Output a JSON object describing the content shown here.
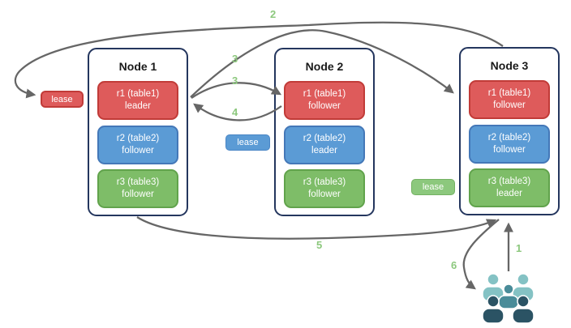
{
  "diagram_type": "distributed-database-lease-leadership-diagram",
  "colors": {
    "replica_red_fill": "#DE5B5B",
    "replica_red_border": "#C13B38",
    "replica_blue_fill": "#5B9BD5",
    "replica_blue_border": "#4478B8",
    "replica_green_fill": "#7EBD68",
    "replica_green_border": "#61A34C",
    "lease_green_fill": "#8CC87D",
    "step_label_green": "#8CC87D",
    "arrow_gray": "#666666",
    "node_border_navy": "#24365E",
    "people_light_teal": "#84C2C4",
    "people_mid_teal": "#4A8C99",
    "people_dark_slate": "#2B5364"
  },
  "nodes": [
    {
      "title": "Node 1",
      "replicas": [
        {
          "line1": "r1 (table1)",
          "line2": "leader",
          "color": "red"
        },
        {
          "line1": "r2 (table2)",
          "line2": "follower",
          "color": "blue"
        },
        {
          "line1": "r3 (table3)",
          "line2": "follower",
          "color": "green"
        }
      ]
    },
    {
      "title": "Node 2",
      "replicas": [
        {
          "line1": "r1 (table1)",
          "line2": "follower",
          "color": "red"
        },
        {
          "line1": "r2 (table2)",
          "line2": "leader",
          "color": "blue"
        },
        {
          "line1": "r3 (table3)",
          "line2": "follower",
          "color": "green"
        }
      ]
    },
    {
      "title": "Node 3",
      "replicas": [
        {
          "line1": "r1 (table1)",
          "line2": "follower",
          "color": "red"
        },
        {
          "line1": "r2 (table2)",
          "line2": "follower",
          "color": "blue"
        },
        {
          "line1": "r3 (table3)",
          "line2": "leader",
          "color": "green"
        }
      ]
    }
  ],
  "lease_labels": [
    {
      "text": "lease",
      "color": "red"
    },
    {
      "text": "lease",
      "color": "blue"
    },
    {
      "text": "lease",
      "color": "green"
    }
  ],
  "steps": [
    "1",
    "2",
    "3",
    "3",
    "4",
    "5",
    "6"
  ],
  "icons": {
    "users_group": "users-group-icon (cluster of 5 person silhouettes in teal/slate)"
  }
}
